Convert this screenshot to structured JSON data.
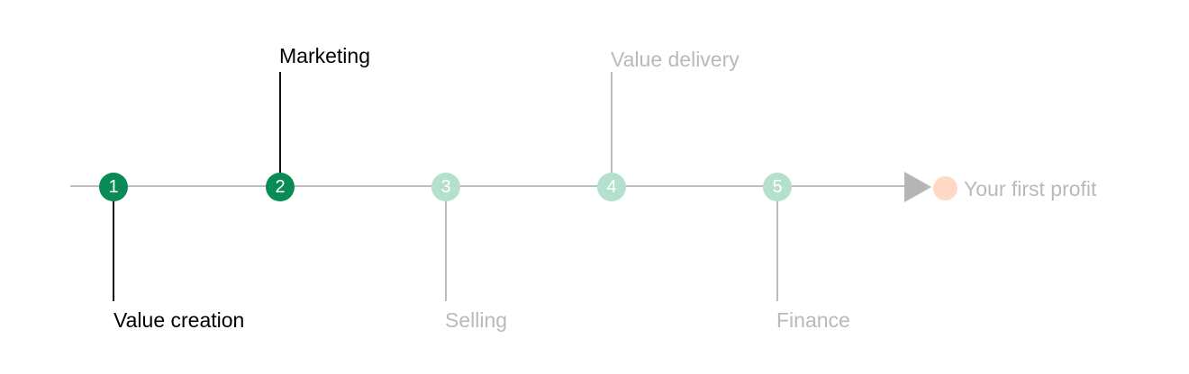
{
  "steps": [
    {
      "number": "1",
      "label": "Value creation",
      "state": "active"
    },
    {
      "number": "2",
      "label": "Marketing",
      "state": "active"
    },
    {
      "number": "3",
      "label": "Selling",
      "state": "inactive"
    },
    {
      "number": "4",
      "label": "Value delivery",
      "state": "inactive"
    },
    {
      "number": "5",
      "label": "Finance",
      "state": "inactive"
    }
  ],
  "goal": {
    "label": "Your first profit"
  },
  "colors": {
    "active_node": "#0a8a56",
    "inactive_node": "#b5e0cd",
    "active_text": "#000000",
    "inactive_text": "#b9b9b9",
    "line": "#bdbdbd",
    "arrow": "#b5b5b5",
    "goal_dot": "#ffd9c6"
  }
}
